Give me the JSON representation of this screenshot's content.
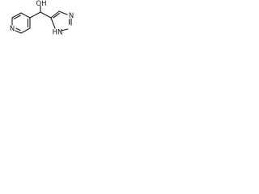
{
  "molecule": {
    "atom_labels": {
      "hydroxyl": "OH",
      "pyridine_nitrogen": "N",
      "imidazole_nitrogen_upper": "N",
      "imidazole_nitrogen_lower": "HN"
    }
  },
  "colors": {
    "bond": "#1a1a1a",
    "background": "#ffffff"
  }
}
